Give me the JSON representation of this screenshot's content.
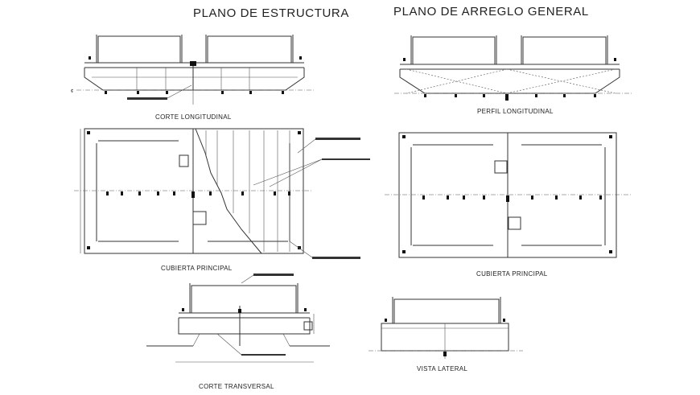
{
  "titles": {
    "structure": "PLANO DE ESTRUCTURA",
    "arrangement": "PLANO DE ARREGLO GENERAL"
  },
  "captions": {
    "corte_longitudinal": "CORTE  LONGITUDINAL",
    "perfil_longitudinal": "PERFIL LONGITUDINAL",
    "cubierta_principal_left": "CUBIERTA PRINCIPAL",
    "cubierta_principal_right": "CUBIERTA PRINCIPAL",
    "corte_transversal": "CORTE TRANSVERSAL",
    "vista_lateral": "VISTA LATERAL"
  },
  "colors": {
    "line": "#333333",
    "background": "#ffffff"
  }
}
